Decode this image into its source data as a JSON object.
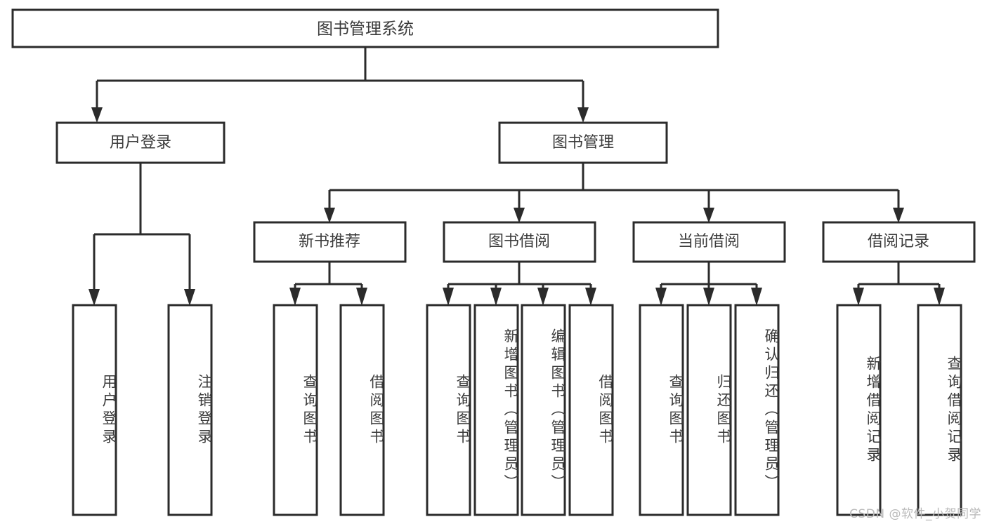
{
  "diagram": {
    "title": "图书管理系统",
    "type": "tree-hierarchy",
    "watermark": "CSDN @软件_小贺同学",
    "colors": {
      "stroke": "#2b2b2b",
      "box_fill": "#ffffff",
      "text": "#3b3b3b",
      "background": "#ffffff",
      "watermark": "#b9b9b9"
    },
    "root": {
      "label": "图书管理系统"
    },
    "level1": [
      {
        "label": "用户登录"
      },
      {
        "label": "图书管理"
      }
    ],
    "level2": [
      {
        "label": "新书推荐"
      },
      {
        "label": "图书借阅"
      },
      {
        "label": "当前借阅"
      },
      {
        "label": "借阅记录"
      }
    ],
    "leaves": [
      {
        "label": "用户登录",
        "parent": "用户登录"
      },
      {
        "label": "注销登录",
        "parent": "用户登录"
      },
      {
        "label": "查询图书",
        "parent": "新书推荐"
      },
      {
        "label": "借阅图书",
        "parent": "新书推荐"
      },
      {
        "label": "查询图书",
        "parent": "图书借阅"
      },
      {
        "label": "新增图书（管理员）",
        "parent": "图书借阅"
      },
      {
        "label": "编辑图书（管理员）",
        "parent": "图书借阅"
      },
      {
        "label": "借阅图书",
        "parent": "图书借阅"
      },
      {
        "label": "查询图书",
        "parent": "当前借阅"
      },
      {
        "label": "归还图书",
        "parent": "当前借阅"
      },
      {
        "label": "确认归还（管理员）",
        "parent": "当前借阅"
      },
      {
        "label": "新增借阅记录",
        "parent": "借阅记录"
      },
      {
        "label": "查询借阅记录",
        "parent": "借阅记录"
      }
    ]
  }
}
